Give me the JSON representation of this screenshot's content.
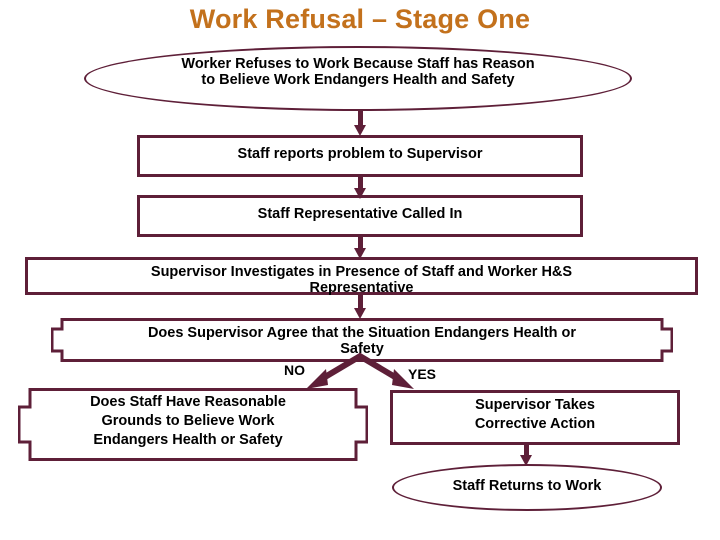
{
  "title": "Work Refusal – Stage One",
  "colors": {
    "title": "#C3711C",
    "outline": "#5E1F38",
    "text": "#000000",
    "background": "#FFFFFF"
  },
  "nodes": {
    "start": {
      "id": "worker-refuses",
      "shape": "ellipse",
      "text": "Worker Refuses to Work Because Staff has Reason\nto Believe Work Endangers Health and Safety"
    },
    "report": {
      "id": "staff-reports-problem",
      "shape": "rectangle",
      "text": "Staff reports problem to Supervisor"
    },
    "rep_called": {
      "id": "staff-representative-called-in",
      "shape": "rectangle",
      "text": "Staff Representative Called In"
    },
    "investigates": {
      "id": "supervisor-investigates",
      "shape": "rectangle",
      "text": "Supervisor Investigates in Presence of Staff and Worker H&S\nRepresentative"
    },
    "decision_supervisor": {
      "id": "does-supervisor-agree",
      "shape": "hexagon",
      "text": "Does Supervisor Agree that the Situation Endangers Health or\nSafety"
    },
    "decision_staff": {
      "id": "does-staff-have-reasonable-grounds",
      "shape": "hexagon",
      "text": "Does Staff Have Reasonable\nGrounds to Believe Work\nEndangers Health or Safety"
    },
    "corrective": {
      "id": "supervisor-takes-corrective-action",
      "shape": "rectangle",
      "text": "Supervisor Takes\nCorrective Action"
    },
    "returns": {
      "id": "staff-returns-to-work",
      "shape": "ellipse",
      "text": "Staff Returns to Work"
    }
  },
  "branches": {
    "no_label": "NO",
    "yes_label": "YES"
  },
  "connectors": [
    {
      "from": "worker-refuses",
      "to": "staff-reports-problem",
      "type": "arrow-down"
    },
    {
      "from": "staff-reports-problem",
      "to": "staff-representative-called-in",
      "type": "arrow-down"
    },
    {
      "from": "staff-representative-called-in",
      "to": "supervisor-investigates",
      "type": "arrow-down"
    },
    {
      "from": "supervisor-investigates",
      "to": "does-supervisor-agree",
      "type": "arrow-down"
    },
    {
      "from": "does-supervisor-agree",
      "to": "does-staff-have-reasonable-grounds",
      "type": "arrow-diagonal-left",
      "label": "NO"
    },
    {
      "from": "does-supervisor-agree",
      "to": "supervisor-takes-corrective-action",
      "type": "arrow-diagonal-right",
      "label": "YES"
    },
    {
      "from": "supervisor-takes-corrective-action",
      "to": "staff-returns-to-work",
      "type": "arrow-down"
    }
  ]
}
